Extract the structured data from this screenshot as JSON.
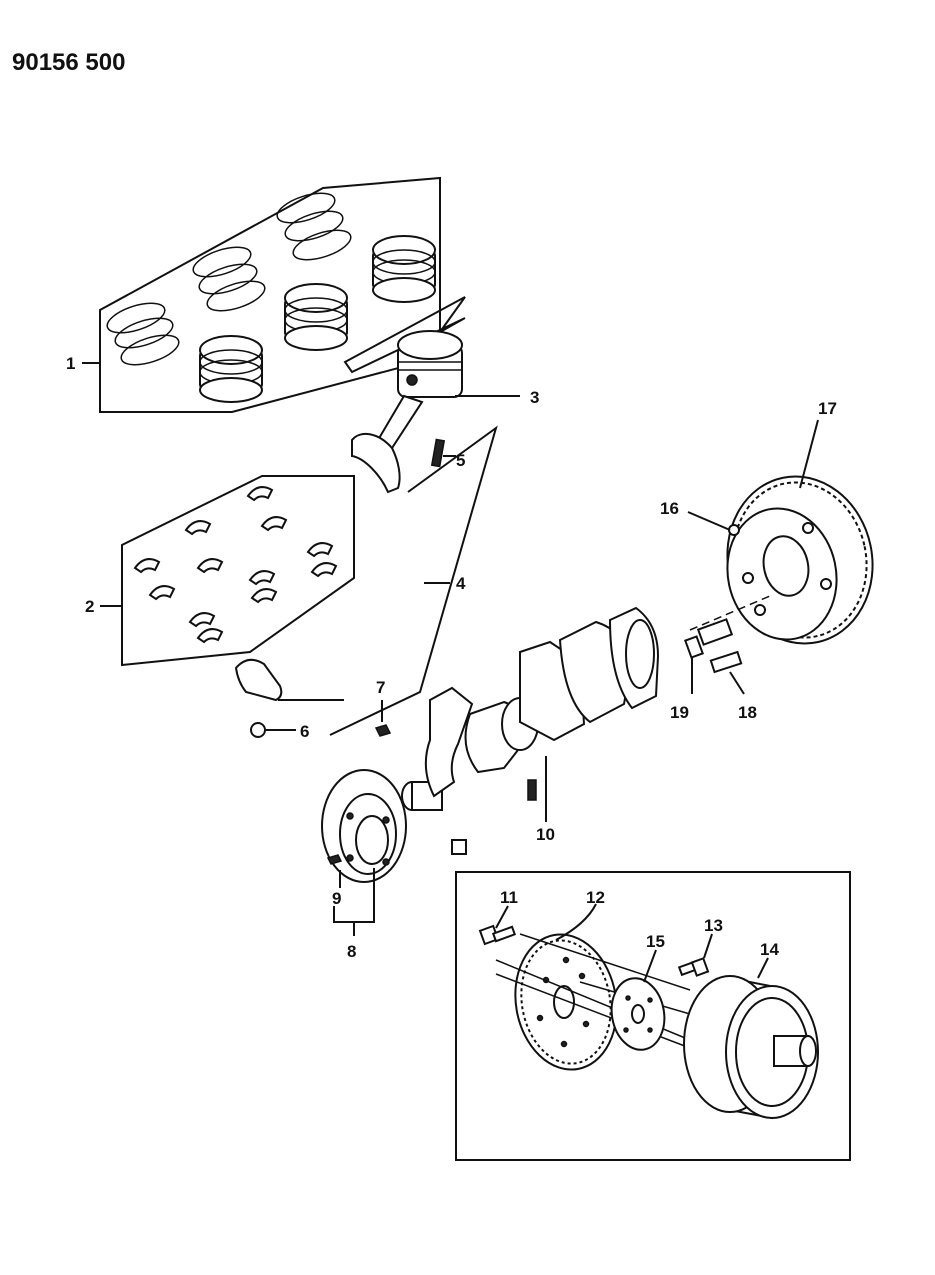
{
  "document_code": "90156 500",
  "callouts": [
    "1",
    "2",
    "3",
    "4",
    "5",
    "6",
    "7",
    "8",
    "9",
    "10",
    "11",
    "12",
    "13",
    "14",
    "15",
    "16",
    "17",
    "18",
    "19"
  ],
  "colors": {
    "ink": "#111111",
    "paper": "#ffffff"
  }
}
